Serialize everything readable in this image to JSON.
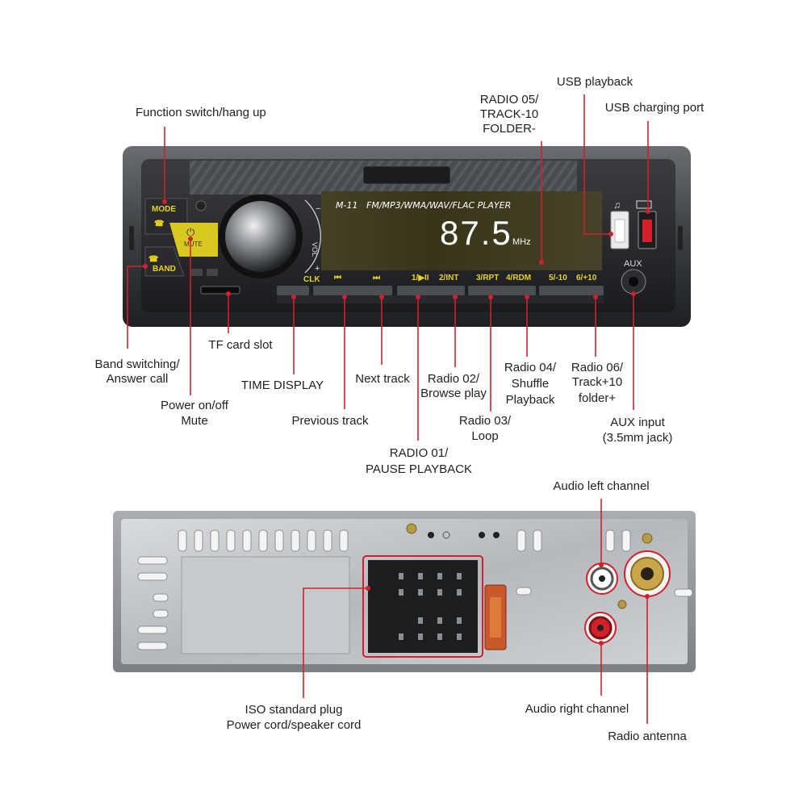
{
  "front_panel": {
    "model": "M-11",
    "formats": "FM/MP3/WMA/WAV/FLAC  PLAYER",
    "frequency": "87.5",
    "frequency_unit": "MHz",
    "mode_label": "MODE",
    "mute_label": "MUTE",
    "band_label": "BAND",
    "vol_label": "VOL",
    "vol_minus": "−",
    "vol_plus": "+",
    "clk_label": "CLK",
    "aux_label": "AUX",
    "buttons": [
      "1/▶II",
      "2/INT",
      "3/RPT",
      "4/RDM",
      "5/-10",
      "6/+10"
    ],
    "accent_color": "#e8d21a",
    "usb_led_color": "#d3202a"
  },
  "callouts": {
    "function_switch": "Function switch/hang up",
    "radio05_1": "RADIO 05/",
    "radio05_2": "TRACK-10",
    "radio05_3": "FOLDER-",
    "usb_playback": "USB playback",
    "usb_charging": "USB charging port",
    "tf_slot": "TF card slot",
    "band_1": "Band switching/",
    "band_2": "Answer call",
    "time_display": "TIME DISPLAY",
    "next_track": "Next track",
    "radio02_1": "Radio 02/",
    "radio02_2": "Browse play",
    "radio04_1": "Radio 04/",
    "radio04_2": "Shuffle",
    "radio04_3": "Playback",
    "radio06_1": "Radio 06/",
    "radio06_2": "Track+10",
    "radio06_3": "folder+",
    "power_1": "Power on/off",
    "power_2": "Mute",
    "previous_track": "Previous track",
    "radio03_1": "Radio 03/",
    "radio03_2": "Loop",
    "aux_1": "AUX input",
    "aux_2": "(3.5mm jack)",
    "radio01_1": "RADIO 01/",
    "radio01_2": "PAUSE PLAYBACK",
    "audio_left": "Audio left channel",
    "iso_1": "ISO standard plug",
    "iso_2": "Power cord/speaker cord",
    "audio_right": "Audio right channel",
    "radio_antenna": "Radio antenna"
  }
}
